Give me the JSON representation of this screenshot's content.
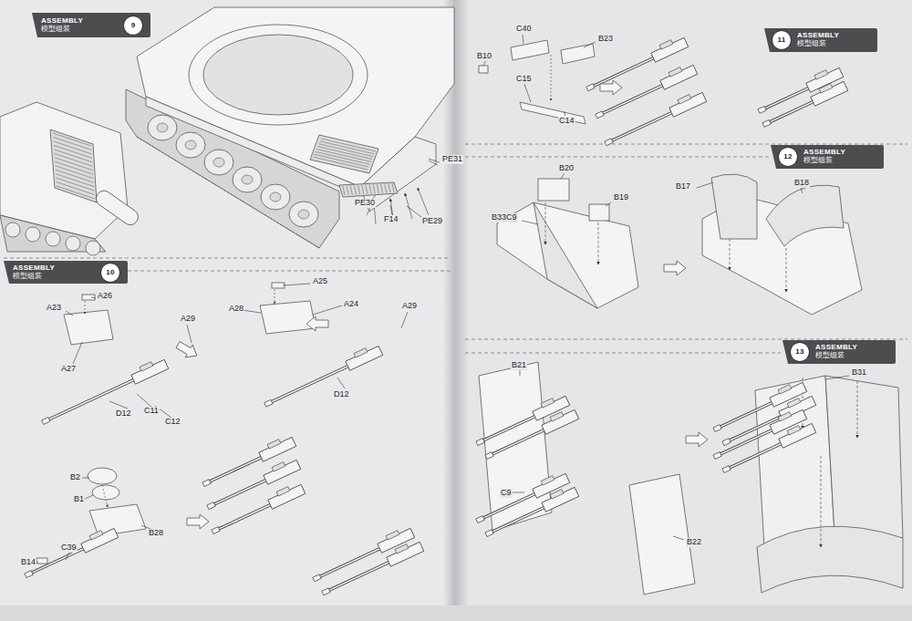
{
  "diagram": {
    "nodes": [
      {
        "text": [
          "ASSEMBLY",
          "模型组装"
        ]
      },
      {
        "text": [
          "9"
        ],
        "in": 0
      },
      {
        "text": [
          "ASSEMBLY",
          "模型组装"
        ]
      },
      {
        "text": [
          "10"
        ],
        "in": 2
      },
      {
        "text": [
          "ASSEMBLY",
          "模型组装"
        ]
      },
      {
        "text": [
          "11"
        ],
        "in": 4
      },
      {
        "text": [
          "ASSEMBLY",
          "模型组装"
        ]
      },
      {
        "text": [
          "12"
        ],
        "in": 6
      },
      {
        "text": [
          "ASSEMBLY",
          "模型组装"
        ]
      },
      {
        "text": [
          "13"
        ],
        "in": 8
      }
    ],
    "labels": [
      "PE31",
      "PE30",
      "F14",
      "PE29",
      "A26",
      "A23",
      "A27",
      "A29",
      "D12",
      "C11",
      "C12",
      "B2",
      "B1",
      "B28",
      "C39",
      "B14",
      "A25",
      "A28",
      "A24",
      "A29",
      "D12",
      "C40",
      "B23",
      "B10",
      "C15",
      "C14",
      "B20",
      "B19",
      "B33C9",
      "B17",
      "B18",
      "B21",
      "C9",
      "B22",
      "B31"
    ]
  }
}
